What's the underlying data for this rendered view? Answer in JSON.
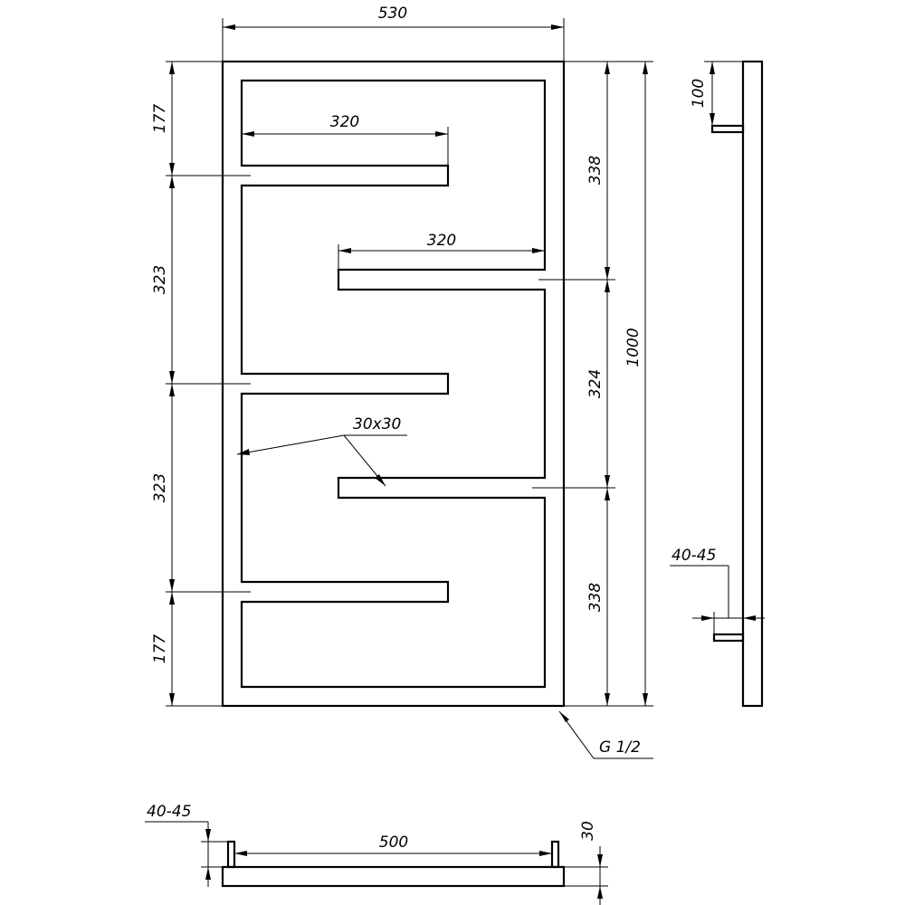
{
  "drawing": {
    "stroke_color": "#000000",
    "background": "#ffffff",
    "front_view": {
      "overall_width": "530",
      "overall_height": "1000",
      "bar_length_upper": "320",
      "bar_length_middle": "320",
      "tube_section": "30x30",
      "left_segment_top": "177",
      "left_segment_upper": "323",
      "left_segment_lower": "323",
      "left_segment_bottom": "177",
      "right_segment_top": "338",
      "right_segment_middle": "324",
      "right_segment_bottom": "338",
      "connection_thread": "G 1/2"
    },
    "side_view": {
      "top_offset": "100",
      "wall_distance": "40-45"
    },
    "bottom_view": {
      "wall_distance": "40-45",
      "connection_spacing": "500",
      "connection_height": "30"
    }
  }
}
